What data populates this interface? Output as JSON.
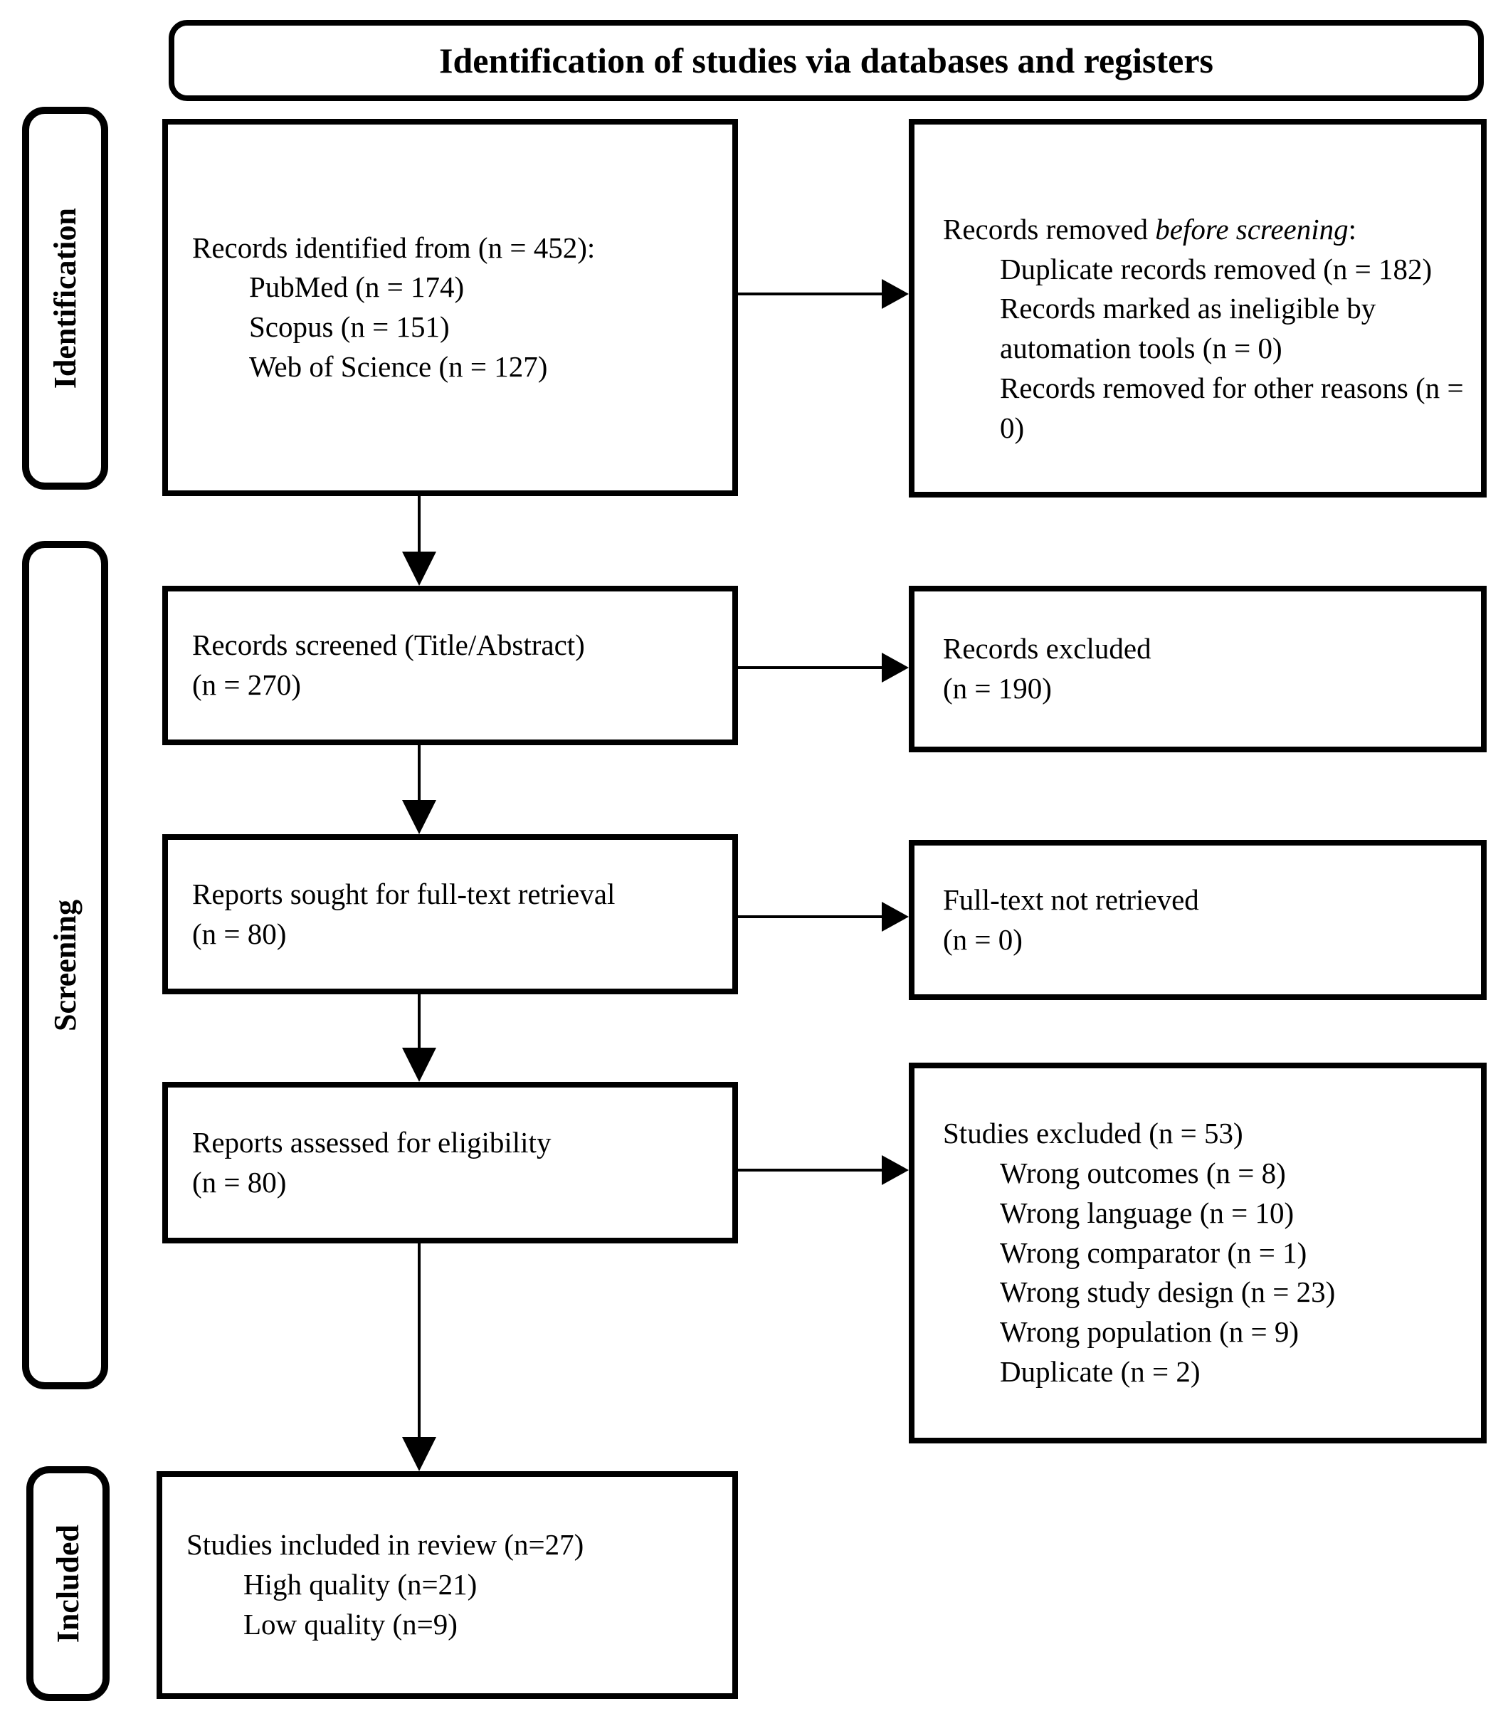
{
  "title": "Identification of studies via databases and registers",
  "stages": [
    "Identification",
    "Screening",
    "Included"
  ],
  "boxes": {
    "identified": {
      "main": "Records identified from (n = 452):",
      "items": [
        "PubMed (n = 174)",
        "Scopus (n = 151)",
        "Web of Science (n = 127)"
      ]
    },
    "removed": {
      "main_prefix": "Records removed ",
      "main_italic": "before screening",
      "main_suffix": ":",
      "items": [
        "Duplicate records removed (n = 182)",
        "Records marked as ineligible by automation tools (n = 0)",
        "Records removed for other reasons (n = 0)"
      ]
    },
    "screened": {
      "lines": [
        "Records screened (Title/Abstract)",
        "(n = 270)"
      ]
    },
    "records_excluded": {
      "lines": [
        "Records excluded",
        "(n = 190)"
      ]
    },
    "sought": {
      "lines": [
        "Reports sought for full-text retrieval",
        "(n = 80)"
      ]
    },
    "not_retrieved": {
      "lines": [
        "Full-text not retrieved",
        "(n = 0)"
      ]
    },
    "assessed": {
      "lines": [
        "Reports assessed for eligibility",
        "(n = 80)"
      ]
    },
    "studies_excluded": {
      "main": "Studies excluded (n = 53)",
      "items": [
        "Wrong outcomes (n = 8)",
        "Wrong language (n = 10)",
        "Wrong comparator (n = 1)",
        "Wrong study design (n = 23)",
        "Wrong population (n = 9)",
        "Duplicate (n = 2)"
      ]
    },
    "included": {
      "main": "Studies included in review (n=27)",
      "items": [
        "High quality (n=21)",
        "Low quality (n=9)"
      ]
    }
  },
  "colors": {
    "line": "#000000",
    "background": "#ffffff"
  }
}
